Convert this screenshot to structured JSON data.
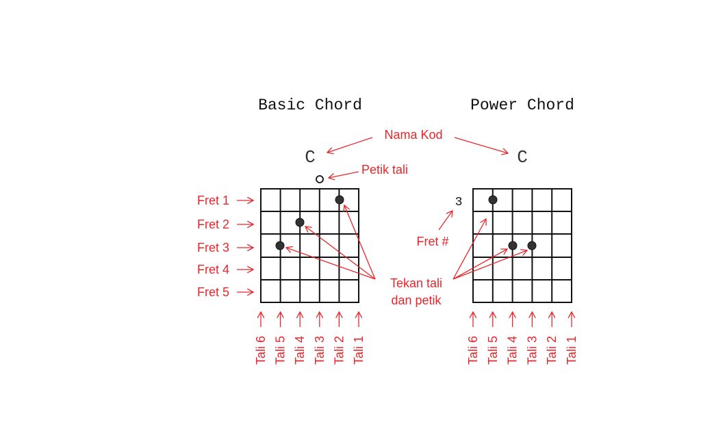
{
  "titles": {
    "basic": "Basic Chord",
    "power": "Power Chord"
  },
  "chords": {
    "basic_name": "C",
    "power_name": "C"
  },
  "labels": {
    "nama_kod": "Nama Kod",
    "petik_tali": "Petik tali",
    "fret_number_label": "Fret #",
    "tekan_line1": "Tekan tali",
    "tekan_line2": "dan petik"
  },
  "power_start_fret": "3",
  "fret_labels": [
    "Fret 1",
    "Fret 2",
    "Fret 3",
    "Fret 4",
    "Fret 5"
  ],
  "string_labels": [
    "Tali 6",
    "Tali 5",
    "Tali 4",
    "Tali 3",
    "Tali 2",
    "Tali 1"
  ],
  "annotation_color": "#e8262a",
  "icons": [
    "open-string-circle",
    "finger-dot",
    "arrow"
  ]
}
